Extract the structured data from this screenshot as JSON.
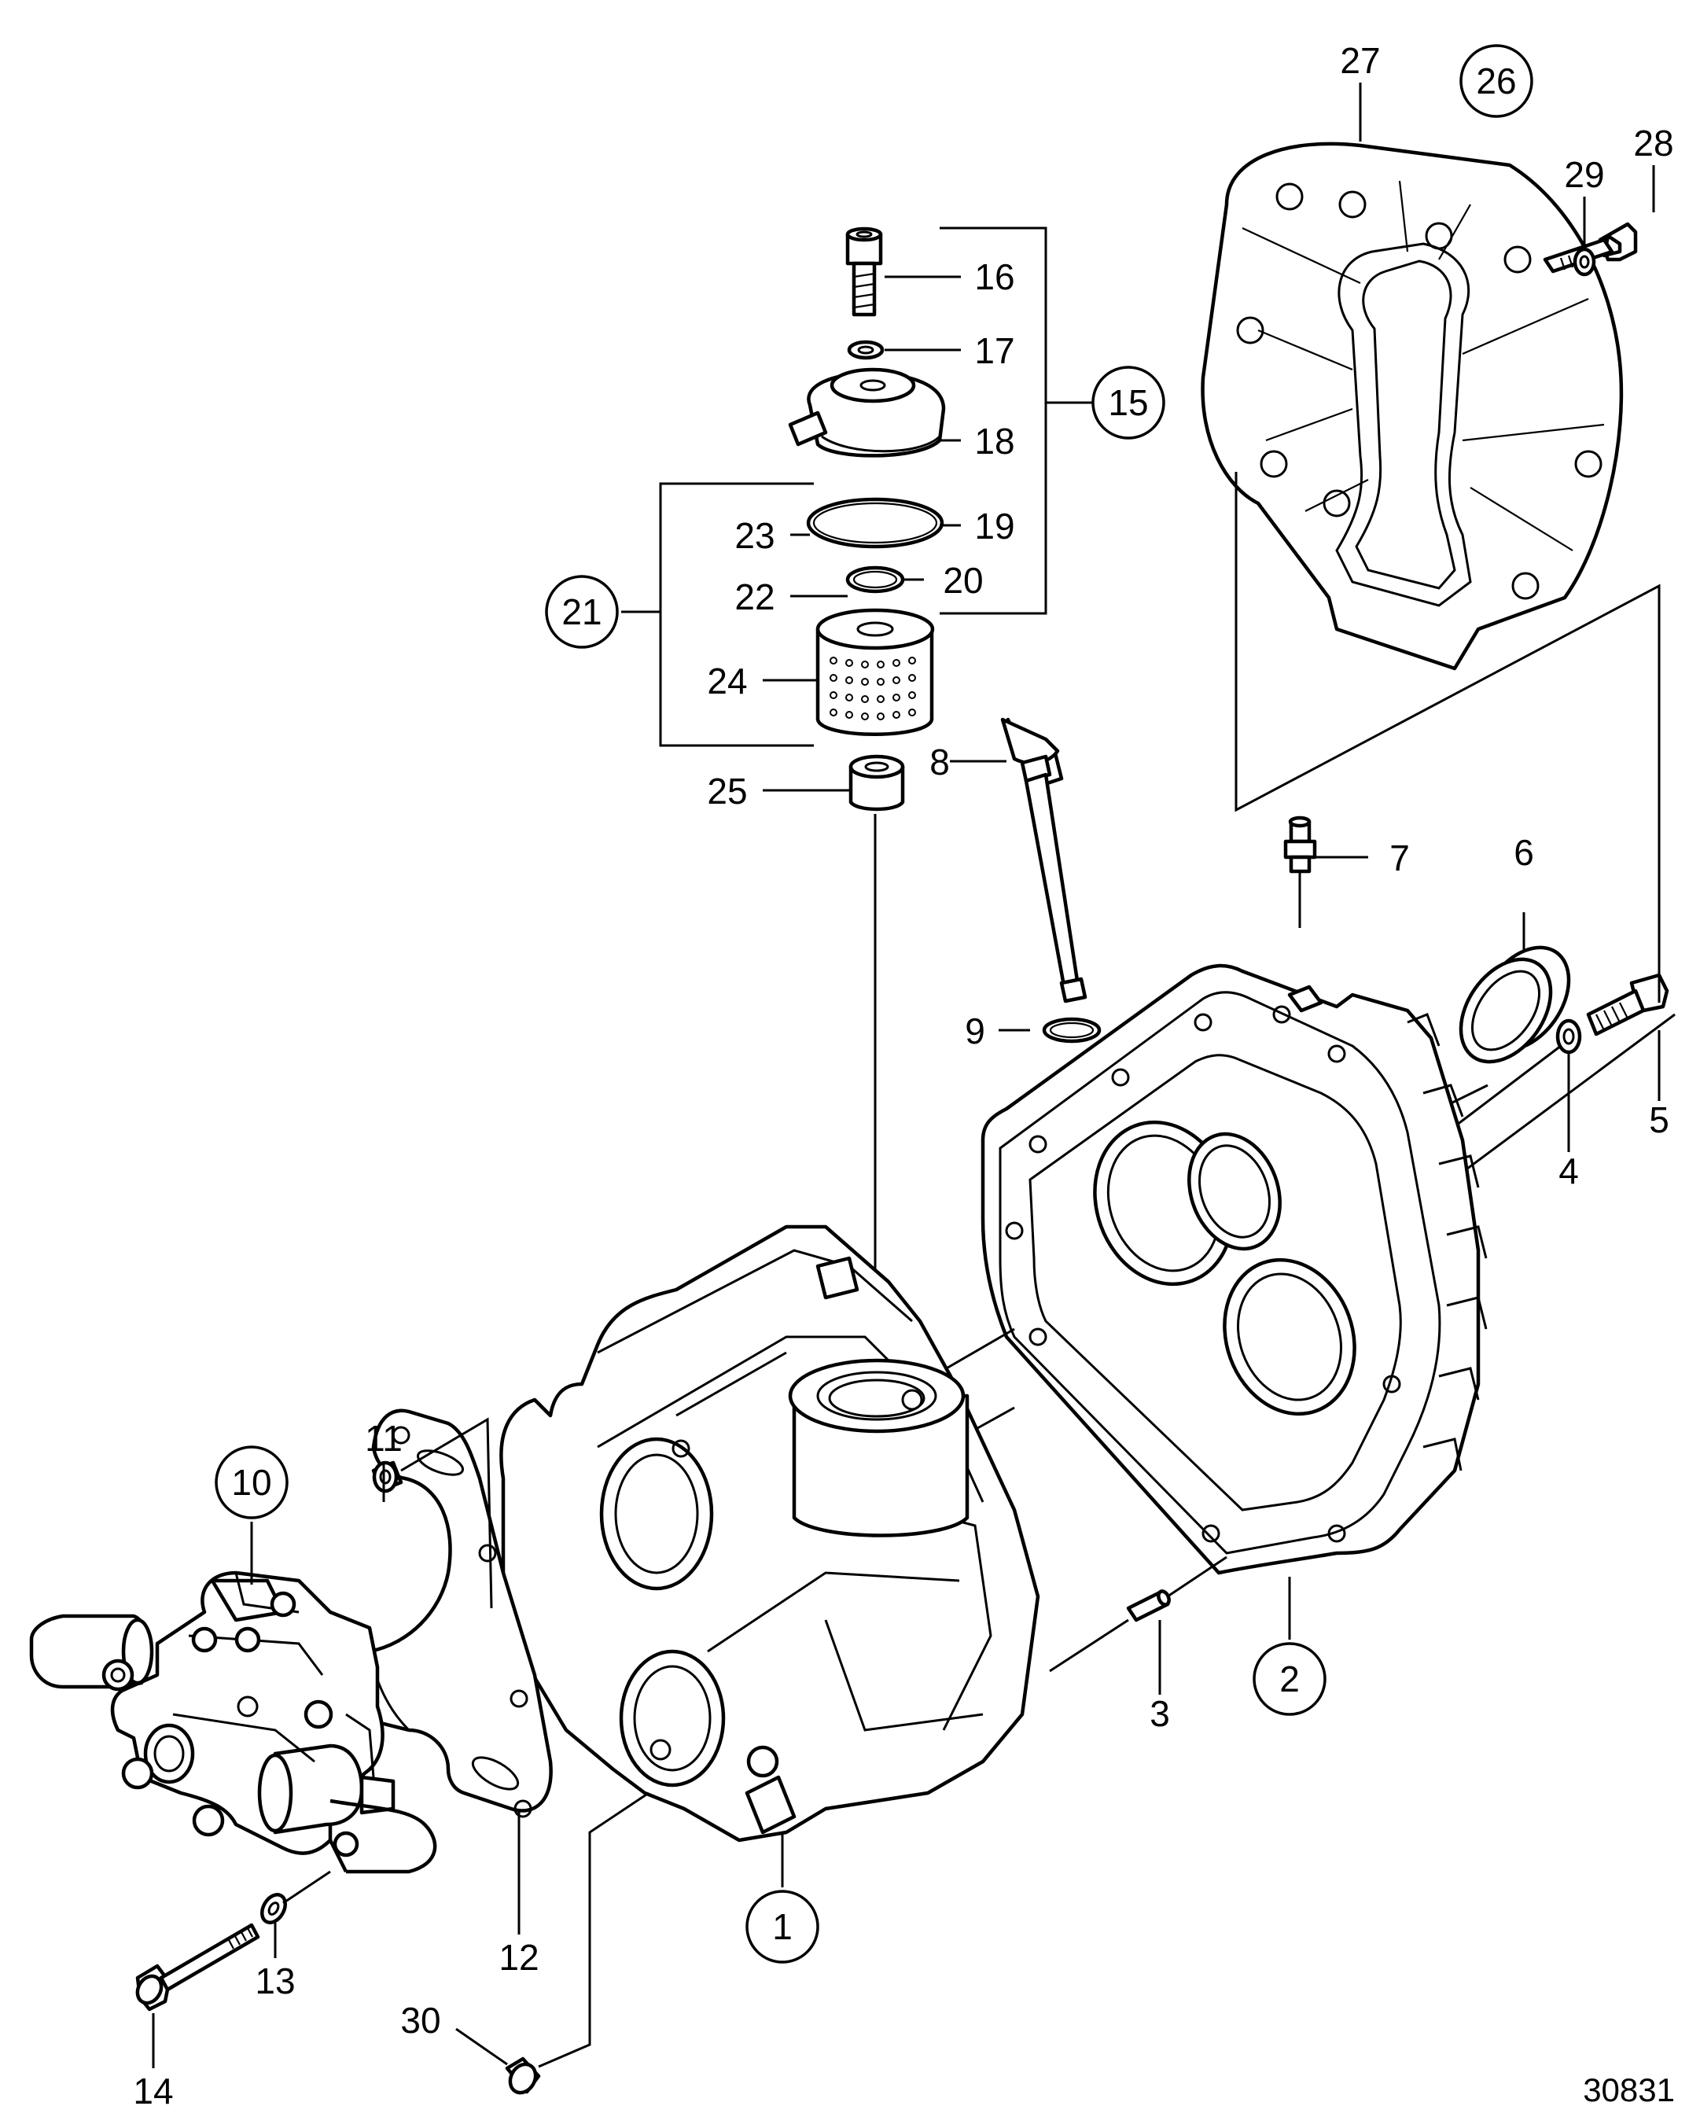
{
  "diagram": {
    "reference_number": "30831",
    "callouts": [
      {
        "id": "1",
        "label": "1",
        "circled": true
      },
      {
        "id": "2",
        "label": "2",
        "circled": true
      },
      {
        "id": "3",
        "label": "3",
        "circled": false
      },
      {
        "id": "4",
        "label": "4",
        "circled": false
      },
      {
        "id": "5",
        "label": "5",
        "circled": false
      },
      {
        "id": "6",
        "label": "6",
        "circled": false
      },
      {
        "id": "7",
        "label": "7",
        "circled": false
      },
      {
        "id": "8",
        "label": "8",
        "circled": false
      },
      {
        "id": "9",
        "label": "9",
        "circled": false
      },
      {
        "id": "10",
        "label": "10",
        "circled": true
      },
      {
        "id": "11",
        "label": "11",
        "circled": false
      },
      {
        "id": "12",
        "label": "12",
        "circled": false
      },
      {
        "id": "13",
        "label": "13",
        "circled": false
      },
      {
        "id": "14",
        "label": "14",
        "circled": false
      },
      {
        "id": "15",
        "label": "15",
        "circled": true
      },
      {
        "id": "16",
        "label": "16",
        "circled": false
      },
      {
        "id": "17",
        "label": "17",
        "circled": false
      },
      {
        "id": "18",
        "label": "18",
        "circled": false
      },
      {
        "id": "19",
        "label": "19",
        "circled": false
      },
      {
        "id": "20",
        "label": "20",
        "circled": false
      },
      {
        "id": "21",
        "label": "21",
        "circled": true
      },
      {
        "id": "22",
        "label": "22",
        "circled": false
      },
      {
        "id": "23",
        "label": "23",
        "circled": false
      },
      {
        "id": "24",
        "label": "24",
        "circled": false
      },
      {
        "id": "25",
        "label": "25",
        "circled": false
      },
      {
        "id": "26",
        "label": "26",
        "circled": true
      },
      {
        "id": "27",
        "label": "27",
        "circled": false
      },
      {
        "id": "28",
        "label": "28",
        "circled": false
      },
      {
        "id": "29",
        "label": "29",
        "circled": false
      },
      {
        "id": "30",
        "label": "30",
        "circled": false
      }
    ]
  }
}
